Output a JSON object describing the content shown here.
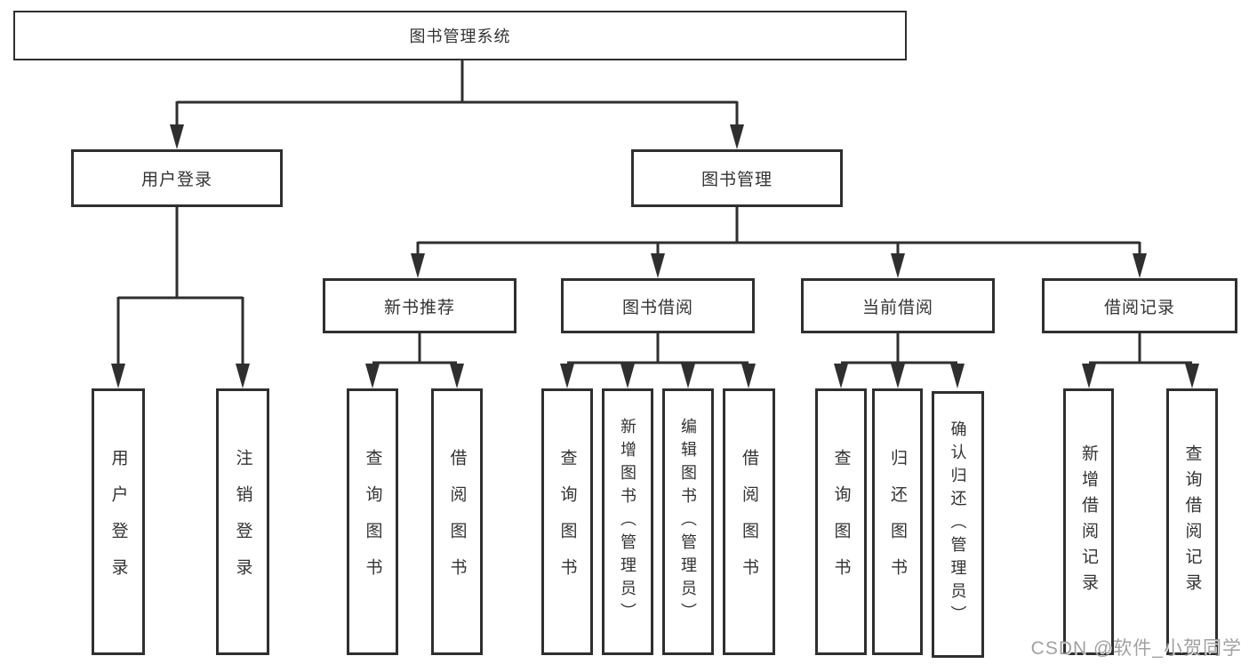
{
  "diagram": {
    "nodes": {
      "root": "图书管理系统",
      "user_login": "用户登录",
      "book_management": "图书管理",
      "new_book_recommend": "新书推荐",
      "book_borrow": "图书借阅",
      "current_borrow": "当前借阅",
      "borrow_records": "借阅记录",
      "leaf_user_login": "用户登录",
      "leaf_logout": "注销登录",
      "leaf_query_books_new": "查询图书",
      "leaf_borrow_books_new": "借阅图书",
      "leaf_query_books_borrow": "查询图书",
      "leaf_add_book_admin": "新增图书（管理员）",
      "leaf_edit_book_admin": "编辑图书（管理员）",
      "leaf_borrow_books_borrow": "借阅图书",
      "leaf_query_books_current": "查询图书",
      "leaf_return_books": "归还图书",
      "leaf_confirm_return_admin": "确认归还（管理员）",
      "leaf_add_borrow_record": "新增借阅记录",
      "leaf_query_borrow_record": "查询借阅记录"
    }
  },
  "watermark": "CSDN @软件_小贺同学",
  "colors": {
    "line": "#2f2f2f",
    "border": "#2f2f2f",
    "text": "#333333",
    "watermark": "#949494",
    "background": "#ffffff"
  }
}
